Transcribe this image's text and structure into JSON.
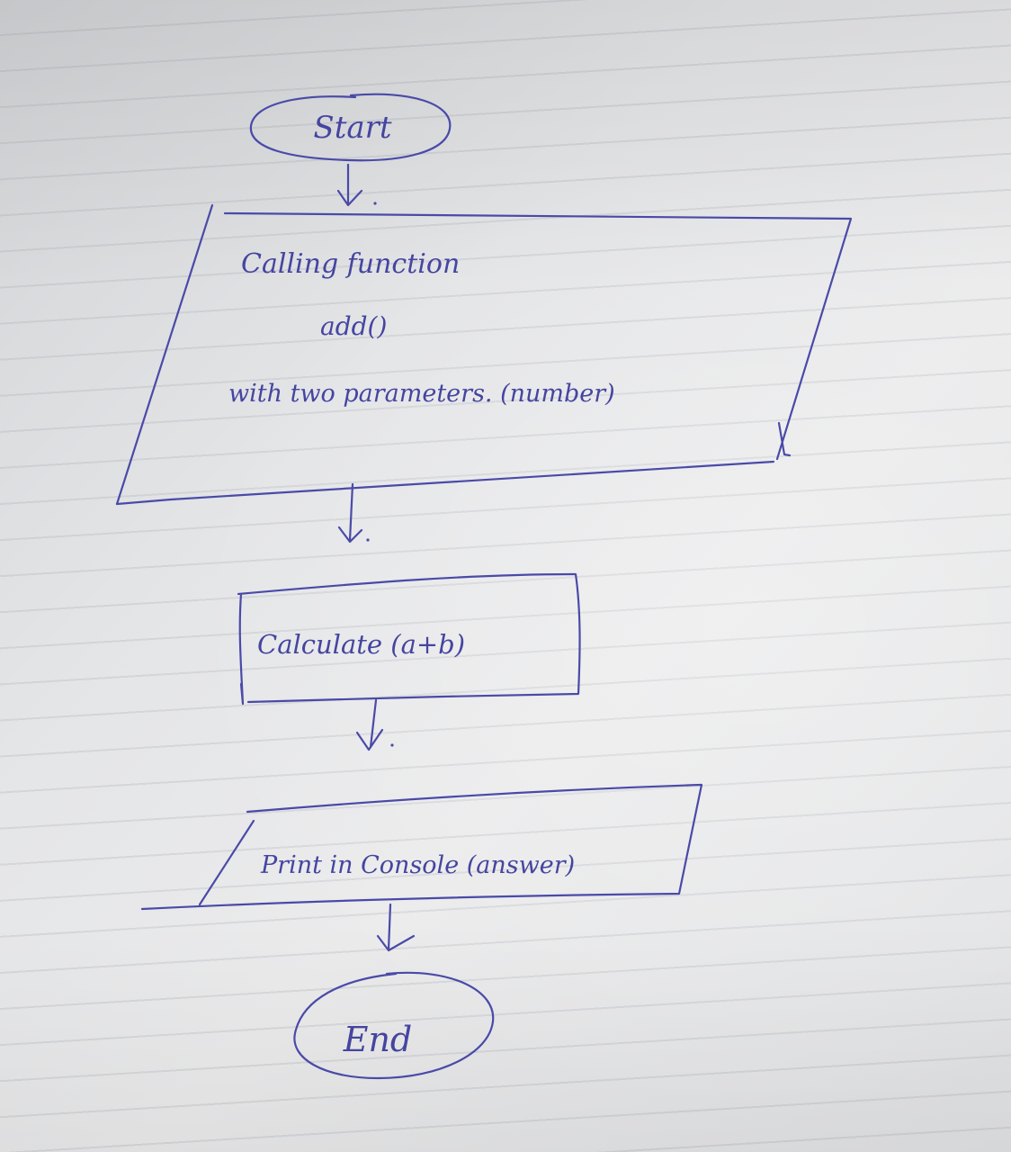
{
  "diagram": {
    "nodes": [
      {
        "id": "start",
        "shape": "oval",
        "lines": [
          "Start"
        ]
      },
      {
        "id": "call",
        "shape": "parallelogram",
        "lines": [
          "Calling function",
          "add()",
          "with two parameters. (number)"
        ]
      },
      {
        "id": "calc",
        "shape": "rectangle",
        "lines": [
          "Calculate (a+b)"
        ]
      },
      {
        "id": "print",
        "shape": "parallelogram",
        "lines": [
          "Print in Console (answer)"
        ]
      },
      {
        "id": "end",
        "shape": "oval",
        "lines": [
          "End"
        ]
      }
    ],
    "edges": [
      {
        "from": "start",
        "to": "call"
      },
      {
        "from": "call",
        "to": "calc"
      },
      {
        "from": "calc",
        "to": "print"
      },
      {
        "from": "print",
        "to": "end"
      }
    ],
    "ink_color": "#4a4aa8"
  }
}
